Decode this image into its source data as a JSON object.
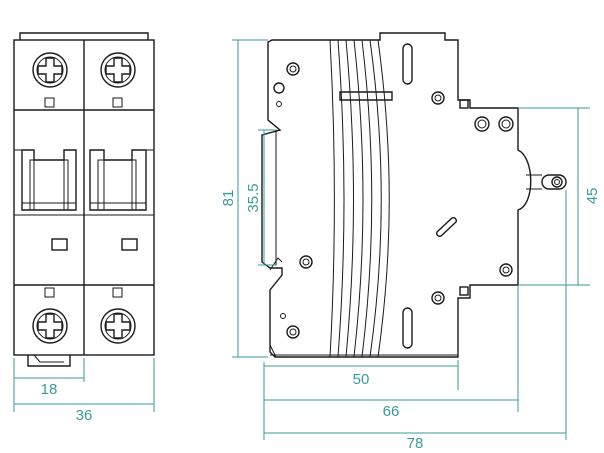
{
  "drawing": {
    "title": "",
    "dimension_color": "#3a9b9b",
    "line_color": "#1a1a1a",
    "front_view": {
      "poles": 2,
      "dim_pole_width": "18",
      "dim_total_width": "36"
    },
    "side_view": {
      "dim_height_81": "81",
      "dim_rail_35_5": "35.5",
      "dim_depth_50": "50",
      "dim_depth_66": "66",
      "dim_depth_78": "78",
      "dim_toggle_45": "45"
    }
  }
}
